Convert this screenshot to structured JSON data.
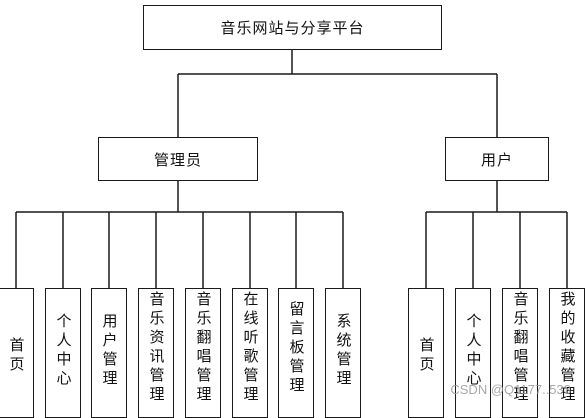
{
  "root": {
    "label": "音乐网站与分享平台"
  },
  "admin": {
    "label": "管理员",
    "children": [
      "首页",
      "个人中心",
      "用户管理",
      "音乐资讯管理",
      "音乐翻唱管理",
      "在线听歌管理",
      "留言板管理",
      "系统管理"
    ]
  },
  "user": {
    "label": "用户",
    "children": [
      "首页",
      "个人中心",
      "音乐翻唱管理",
      "我的收藏管理"
    ]
  },
  "watermark": "CSDN @Q1177..533"
}
